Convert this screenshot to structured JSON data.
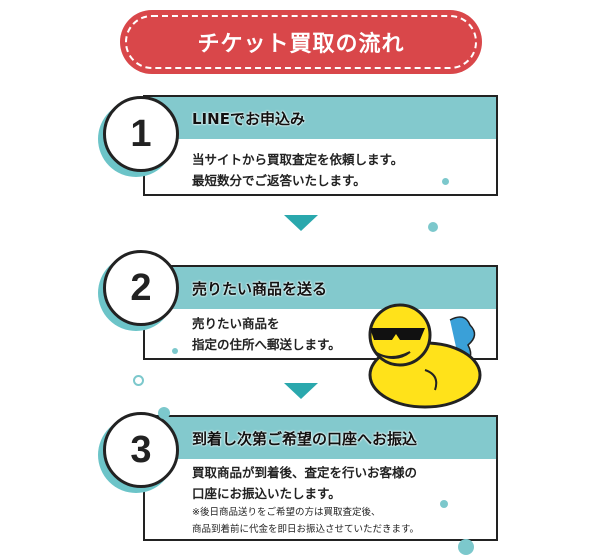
{
  "title": "チケット買取の流れ",
  "steps": [
    {
      "number": "1",
      "heading": "LINEでお申込み",
      "lines": [
        "当サイトから買取査定を依頼します。",
        "最短数分でご返答いたします。"
      ]
    },
    {
      "number": "2",
      "heading": "売りたい商品を送る",
      "lines": [
        "売りたい商品を",
        "指定の住所へ郵送します。"
      ]
    },
    {
      "number": "3",
      "heading": "到着し次第ご希望の口座へお振込",
      "lines": [
        "買取商品が到着後、査定を行いお客様の",
        "口座にお振込いたします。"
      ],
      "notes": [
        "※後日商品送りをご希望の方は買取査定後、",
        "商品到着前に代金を即日お振込させていただきます。"
      ]
    }
  ],
  "colors": {
    "title_bg": "#d9474a",
    "band": "#83c9cd",
    "accent": "#2aa8ad"
  }
}
